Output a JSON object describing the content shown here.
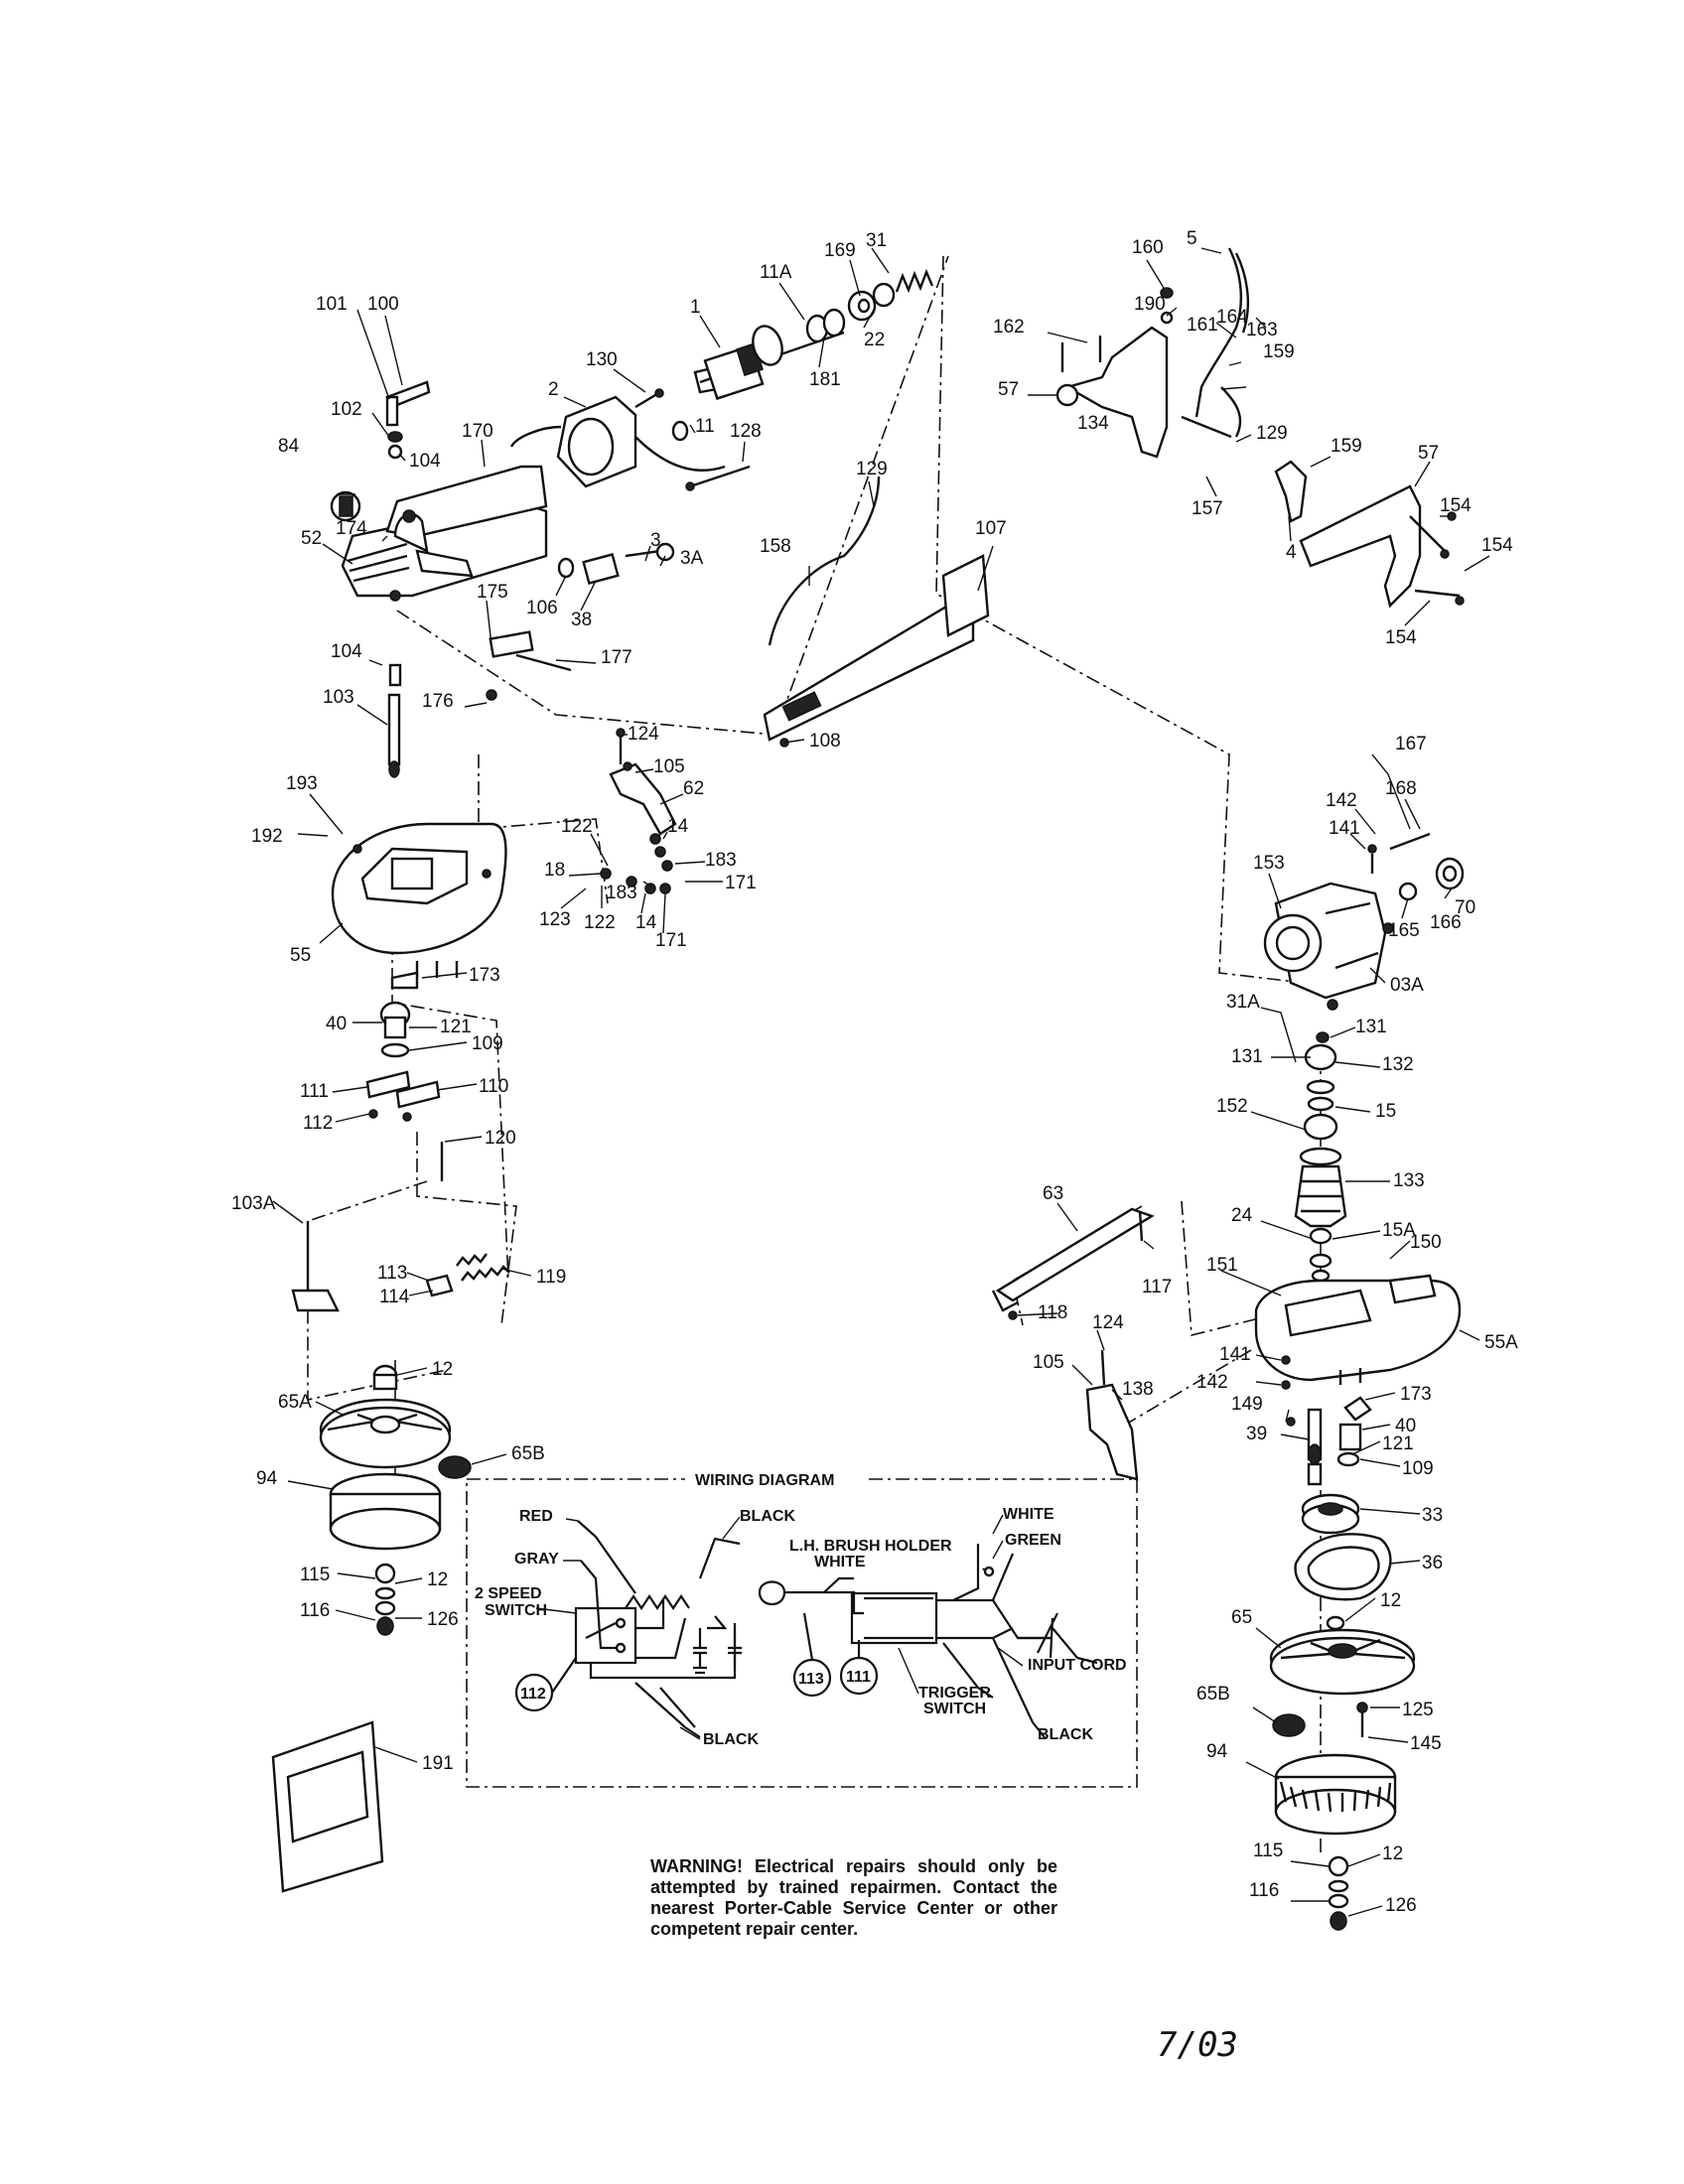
{
  "labels": [
    {
      "id": "p31",
      "text": "31"
    },
    {
      "id": "p169",
      "text": "169"
    },
    {
      "id": "p11A",
      "text": "11A"
    },
    {
      "id": "p22",
      "text": "22"
    },
    {
      "id": "p181",
      "text": "181"
    },
    {
      "id": "p1",
      "text": "1"
    },
    {
      "id": "p130",
      "text": "130"
    },
    {
      "id": "p11",
      "text": "11"
    },
    {
      "id": "p2",
      "text": "2"
    },
    {
      "id": "p101",
      "text": "101"
    },
    {
      "id": "p100",
      "text": "100"
    },
    {
      "id": "p102",
      "text": "102"
    },
    {
      "id": "p104a",
      "text": "104"
    },
    {
      "id": "p170",
      "text": "170"
    },
    {
      "id": "p84",
      "text": "84"
    },
    {
      "id": "p128",
      "text": "128"
    },
    {
      "id": "p174",
      "text": "174"
    },
    {
      "id": "p52",
      "text": "52"
    },
    {
      "id": "p3",
      "text": "3"
    },
    {
      "id": "p3A",
      "text": "3A"
    },
    {
      "id": "p106",
      "text": "106"
    },
    {
      "id": "p38",
      "text": "38"
    },
    {
      "id": "p175",
      "text": "175"
    },
    {
      "id": "p177",
      "text": "177"
    },
    {
      "id": "p104b",
      "text": "104"
    },
    {
      "id": "p103",
      "text": "103"
    },
    {
      "id": "p176",
      "text": "176"
    },
    {
      "id": "p129a",
      "text": "129"
    },
    {
      "id": "p158",
      "text": "158"
    },
    {
      "id": "p107",
      "text": "107"
    },
    {
      "id": "p108",
      "text": "108"
    },
    {
      "id": "p160",
      "text": "160"
    },
    {
      "id": "p5",
      "text": "5"
    },
    {
      "id": "p190",
      "text": "190"
    },
    {
      "id": "p161",
      "text": "161"
    },
    {
      "id": "p162",
      "text": "162"
    },
    {
      "id": "p164",
      "text": "164"
    },
    {
      "id": "p163",
      "text": "163"
    },
    {
      "id": "p159a",
      "text": "159"
    },
    {
      "id": "p57a",
      "text": "57"
    },
    {
      "id": "p134",
      "text": "134"
    },
    {
      "id": "p129b",
      "text": "129"
    },
    {
      "id": "p159b",
      "text": "159"
    },
    {
      "id": "p57b",
      "text": "57"
    },
    {
      "id": "p157",
      "text": "157"
    },
    {
      "id": "p4",
      "text": "4"
    },
    {
      "id": "p154a",
      "text": "154"
    },
    {
      "id": "p154b",
      "text": "154"
    },
    {
      "id": "p154c",
      "text": "154"
    },
    {
      "id": "p124a",
      "text": "124"
    },
    {
      "id": "p105a",
      "text": "105"
    },
    {
      "id": "p62",
      "text": "62"
    },
    {
      "id": "p193",
      "text": "193"
    },
    {
      "id": "p192",
      "text": "192"
    },
    {
      "id": "p122a",
      "text": "122"
    },
    {
      "id": "p14a",
      "text": "14"
    },
    {
      "id": "p183a",
      "text": "183"
    },
    {
      "id": "p18",
      "text": "18"
    },
    {
      "id": "p171a",
      "text": "171"
    },
    {
      "id": "p183b",
      "text": "183"
    },
    {
      "id": "p123",
      "text": "123"
    },
    {
      "id": "p122b",
      "text": "122"
    },
    {
      "id": "p14b",
      "text": "14"
    },
    {
      "id": "p171b",
      "text": "171"
    },
    {
      "id": "p55",
      "text": "55"
    },
    {
      "id": "p173a",
      "text": "173"
    },
    {
      "id": "p40a",
      "text": "40"
    },
    {
      "id": "p121a",
      "text": "121"
    },
    {
      "id": "p109a",
      "text": "109"
    },
    {
      "id": "p111",
      "text": "111"
    },
    {
      "id": "p110",
      "text": "110"
    },
    {
      "id": "p112",
      "text": "112"
    },
    {
      "id": "p120",
      "text": "120"
    },
    {
      "id": "p103A",
      "text": "103A"
    },
    {
      "id": "p113",
      "text": "113"
    },
    {
      "id": "p114",
      "text": "114"
    },
    {
      "id": "p119",
      "text": "119"
    },
    {
      "id": "p12a",
      "text": "12"
    },
    {
      "id": "p65A",
      "text": "65A"
    },
    {
      "id": "p65Ba",
      "text": "65B"
    },
    {
      "id": "p94a",
      "text": "94"
    },
    {
      "id": "p115a",
      "text": "115"
    },
    {
      "id": "p12b",
      "text": "12"
    },
    {
      "id": "p116a",
      "text": "116"
    },
    {
      "id": "p126a",
      "text": "126"
    },
    {
      "id": "p191",
      "text": "191"
    },
    {
      "id": "p167",
      "text": "167"
    },
    {
      "id": "p168",
      "text": "168"
    },
    {
      "id": "p142a",
      "text": "142"
    },
    {
      "id": "p141a",
      "text": "141"
    },
    {
      "id": "p153",
      "text": "153"
    },
    {
      "id": "p70",
      "text": "70"
    },
    {
      "id": "p165",
      "text": "165"
    },
    {
      "id": "p166",
      "text": "166"
    },
    {
      "id": "p03A",
      "text": "03A"
    },
    {
      "id": "p31A",
      "text": "31A"
    },
    {
      "id": "p131a",
      "text": "131"
    },
    {
      "id": "p131b",
      "text": "131"
    },
    {
      "id": "p132",
      "text": "132"
    },
    {
      "id": "p15",
      "text": "15"
    },
    {
      "id": "p152",
      "text": "152"
    },
    {
      "id": "p133",
      "text": "133"
    },
    {
      "id": "p24",
      "text": "24"
    },
    {
      "id": "p15A",
      "text": "15A"
    },
    {
      "id": "p150",
      "text": "150"
    },
    {
      "id": "p63",
      "text": "63"
    },
    {
      "id": "p151",
      "text": "151"
    },
    {
      "id": "p117",
      "text": "117"
    },
    {
      "id": "p118",
      "text": "118"
    },
    {
      "id": "p124b",
      "text": "124"
    },
    {
      "id": "p55A",
      "text": "55A"
    },
    {
      "id": "p105b",
      "text": "105"
    },
    {
      "id": "p138",
      "text": "138"
    },
    {
      "id": "p141b",
      "text": "141"
    },
    {
      "id": "p142b",
      "text": "142"
    },
    {
      "id": "p173b",
      "text": "173"
    },
    {
      "id": "p149",
      "text": "149"
    },
    {
      "id": "p40b",
      "text": "40"
    },
    {
      "id": "p39",
      "text": "39"
    },
    {
      "id": "p121b",
      "text": "121"
    },
    {
      "id": "p109b",
      "text": "109"
    },
    {
      "id": "p33",
      "text": "33"
    },
    {
      "id": "p36",
      "text": "36"
    },
    {
      "id": "p12c",
      "text": "12"
    },
    {
      "id": "p65",
      "text": "65"
    },
    {
      "id": "p65Bb",
      "text": "65B"
    },
    {
      "id": "p125",
      "text": "125"
    },
    {
      "id": "p145",
      "text": "145"
    },
    {
      "id": "p94b",
      "text": "94"
    },
    {
      "id": "p115b",
      "text": "115"
    },
    {
      "id": "p12d",
      "text": "12"
    },
    {
      "id": "p116b",
      "text": "116"
    },
    {
      "id": "p126b",
      "text": "126"
    }
  ],
  "wiring": {
    "title": "WIRING DIAGRAM",
    "red": "RED",
    "gray": "GRAY",
    "black_top": "BLACK",
    "brush_holder": "L.H. BRUSH HOLDER",
    "white_mid": "WHITE",
    "white_right": "WHITE",
    "green": "GREEN",
    "two_speed_1": "2 SPEED",
    "two_speed_2": "SWITCH",
    "input_cord": "INPUT CORD",
    "trigger_1": "TRIGGER",
    "trigger_2": "SWITCH",
    "black_bottom_left": "BLACK",
    "black_bottom_right": "BLACK",
    "circle_112": "112",
    "circle_113": "113",
    "circle_111": "111"
  },
  "warning": "WARNING! Electrical repairs should only be attempted by trained repairmen. Contact the nearest Porter-Cable Service Center or other competent repair center.",
  "date_code": "7/03"
}
